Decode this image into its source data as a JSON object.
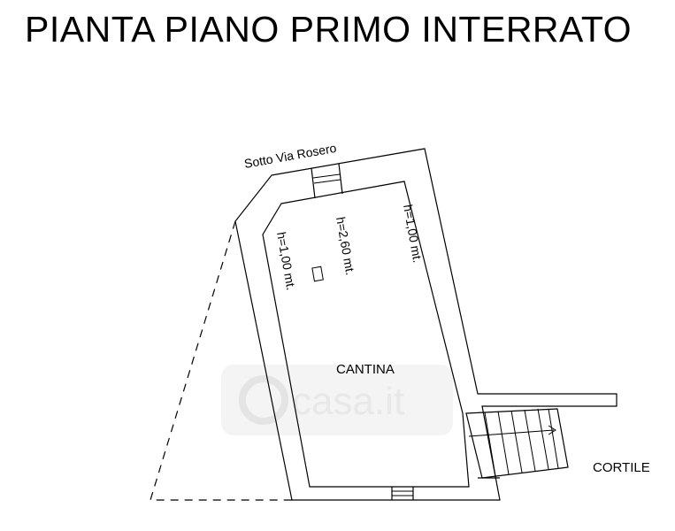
{
  "title": "PIANTA PIANO PRIMO INTERRATO",
  "labels": {
    "street": "Sotto Via Rosero",
    "room": "CANTINA",
    "courtyard": "CORTILE",
    "height_left": "h=1,00 mt.",
    "height_center": "h=2,60 mt.",
    "height_right": "h=1,00 mt."
  },
  "watermark": "casa.it",
  "colors": {
    "lines": "#000000",
    "watermark": "#e6e6e6"
  }
}
